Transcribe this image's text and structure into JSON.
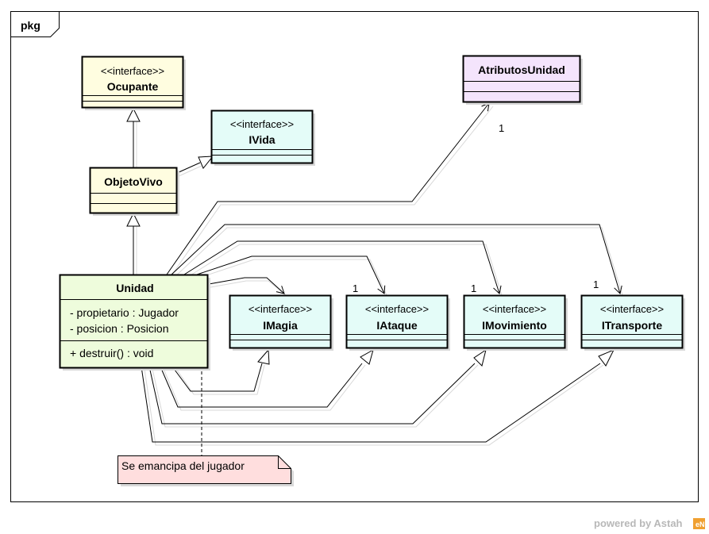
{
  "frame": {
    "label": "pkg"
  },
  "classes": {
    "ocupante": {
      "stereotype": "<<interface>>",
      "name": "Ocupante",
      "fill": "#fffde0"
    },
    "ivida": {
      "stereotype": "<<interface>>",
      "name": "IVida",
      "fill": "#e4fcf8"
    },
    "objetovivo": {
      "name": "ObjetoVivo",
      "fill": "#fffde0"
    },
    "atributos": {
      "name": "AtributosUnidad",
      "fill": "#f4e4fc"
    },
    "unidad": {
      "name": "Unidad",
      "attr1": "- propietario : Jugador",
      "attr2": "- posicion : Posicion",
      "op1": "+ destruir() : void",
      "fill": "#eefcdc"
    },
    "imagia": {
      "stereotype": "<<interface>>",
      "name": "IMagia",
      "fill": "#e4fcf8"
    },
    "iataque": {
      "stereotype": "<<interface>>",
      "name": "IAtaque",
      "fill": "#e4fcf8"
    },
    "imovimiento": {
      "stereotype": "<<interface>>",
      "name": "IMovimiento",
      "fill": "#e4fcf8"
    },
    "itransporte": {
      "stereotype": "<<interface>>",
      "name": "ITransporte",
      "fill": "#e4fcf8"
    }
  },
  "multiplicities": {
    "atributos": "1",
    "iataque": "1",
    "imovimiento": "1",
    "itransporte": "1"
  },
  "note": {
    "text": "Se emancipa del jugador",
    "fill": "#ffdede"
  },
  "watermark": "powered by Astah"
}
